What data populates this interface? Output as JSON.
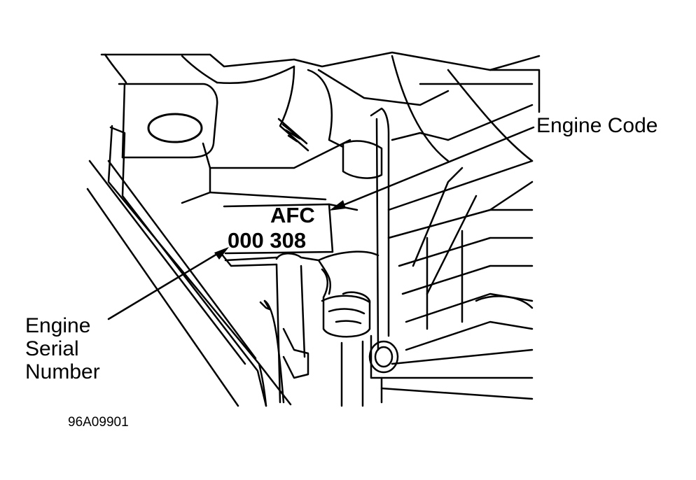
{
  "labels": {
    "engine_code": "Engine Code",
    "engine_serial_lines": [
      "Engine",
      "Serial",
      "Number"
    ]
  },
  "plate": {
    "code": "AFC",
    "serial": "000 308"
  },
  "figure_id": "96A09901",
  "colors": {
    "ink": "#000000",
    "paper": "#ffffff"
  }
}
